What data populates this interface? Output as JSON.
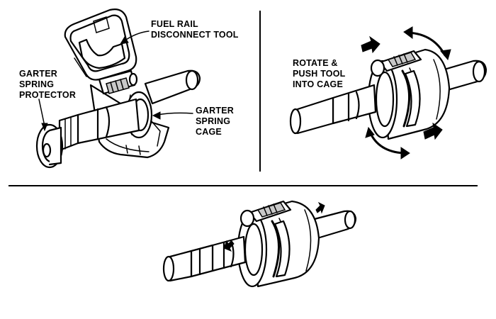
{
  "labels": {
    "fuel_rail_tool": [
      "FUEL RAIL",
      "DISCONNECT TOOL"
    ],
    "garter_spring_protector": [
      "GARTER",
      "SPRING",
      "PROTECTOR"
    ],
    "garter_spring_cage": [
      "GARTER",
      "SPRING",
      "CAGE"
    ],
    "rotate_push": [
      "ROTATE &",
      "PUSH TOOL",
      "INTO CAGE"
    ]
  },
  "colors": {
    "ink": "#000000",
    "background": "#ffffff",
    "shade": "#c8c8c8"
  }
}
